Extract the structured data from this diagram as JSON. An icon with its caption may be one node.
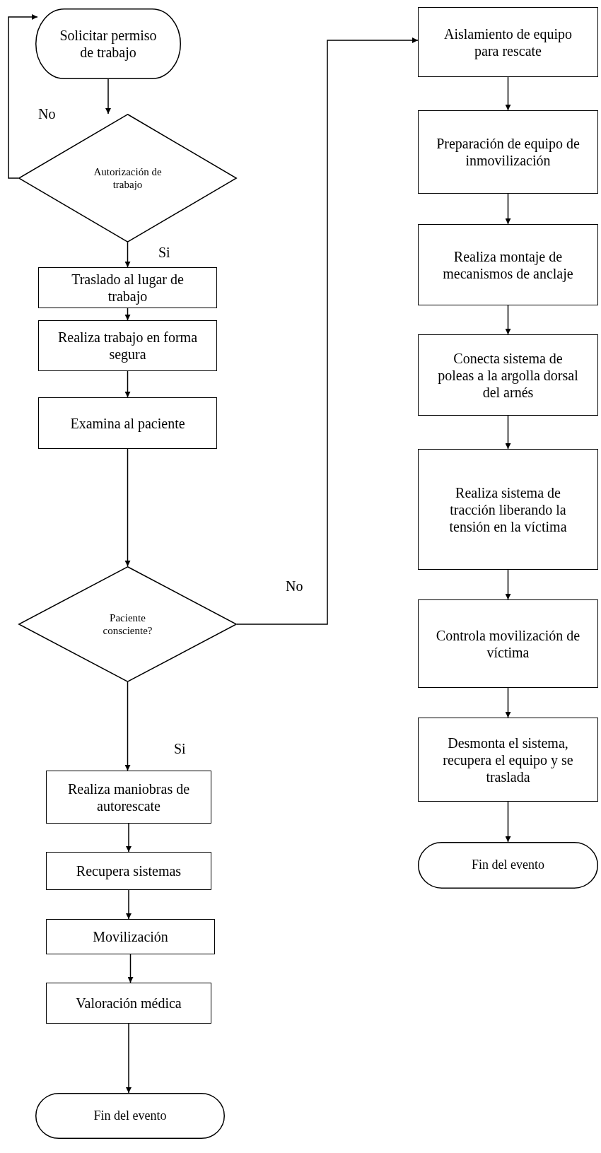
{
  "diagram": {
    "nodes": [
      {
        "text": [
          "Solicitar permiso de trabajo"
        ]
      },
      {
        "text": [
          "Autorización de trabajo"
        ]
      },
      {
        "text": [
          "Traslado al lugar de trabajo"
        ]
      },
      {
        "text": [
          "Realiza trabajo en forma segura"
        ]
      },
      {
        "text": [
          "Examina al paciente"
        ]
      },
      {
        "text": [
          "Paciente consciente?"
        ]
      },
      {
        "text": [
          "Realiza maniobras de autorescate"
        ]
      },
      {
        "text": [
          "Recupera sistemas"
        ]
      },
      {
        "text": [
          "Movilización"
        ]
      },
      {
        "text": [
          "Valoración médica"
        ]
      },
      {
        "text": [
          "Fin del evento"
        ]
      },
      {
        "text": [
          "Aislamiento de equipo para rescate"
        ]
      },
      {
        "text": [
          "Preparación de equipo de inmovilización"
        ]
      },
      {
        "text": [
          "Realiza montaje de mecanismos de anclaje"
        ]
      },
      {
        "text": [
          "Conecta sistema de poleas a la argolla dorsal del arnés"
        ]
      },
      {
        "text": [
          "Realiza sistema de tracción liberando la tensión en la víctima"
        ]
      },
      {
        "text": [
          "Controla movilización de víctima"
        ]
      },
      {
        "text": [
          "Desmonta el sistema, recupera el equipo y se traslada"
        ]
      },
      {
        "text": [
          "Fin del evento"
        ]
      }
    ],
    "edges": [
      {
        "from": 0,
        "to": 1,
        "arrow": "to"
      },
      {
        "from": 1,
        "to": 0,
        "arrow": "to",
        "label": "No"
      },
      {
        "from": 1,
        "to": 2,
        "arrow": "to",
        "label": "Si"
      },
      {
        "from": 2,
        "to": 3,
        "arrow": "to"
      },
      {
        "from": 3,
        "to": 4,
        "arrow": "to"
      },
      {
        "from": 4,
        "to": 5,
        "arrow": "to"
      },
      {
        "from": 5,
        "to": 11,
        "arrow": "to",
        "label": "No"
      },
      {
        "from": 5,
        "to": 6,
        "arrow": "to",
        "label": "Si"
      },
      {
        "from": 6,
        "to": 7,
        "arrow": "to"
      },
      {
        "from": 7,
        "to": 8,
        "arrow": "to"
      },
      {
        "from": 8,
        "to": 9,
        "arrow": "to"
      },
      {
        "from": 9,
        "to": 10,
        "arrow": "to"
      },
      {
        "from": 11,
        "to": 12,
        "arrow": "to"
      },
      {
        "from": 12,
        "to": 13,
        "arrow": "to"
      },
      {
        "from": 13,
        "to": 14,
        "arrow": "to"
      },
      {
        "from": 14,
        "to": 15,
        "arrow": "to"
      },
      {
        "from": 15,
        "to": 16,
        "arrow": "to"
      },
      {
        "from": 16,
        "to": 17,
        "arrow": "to"
      },
      {
        "from": 17,
        "to": 18,
        "arrow": "to"
      }
    ]
  }
}
